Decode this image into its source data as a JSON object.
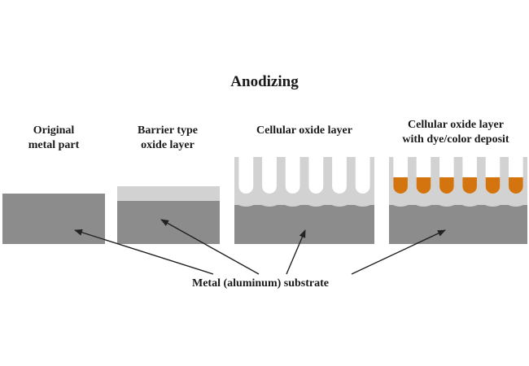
{
  "title": "Anodizing",
  "stages": [
    {
      "lines": [
        "Original",
        "metal part"
      ]
    },
    {
      "lines": [
        "Barrier type",
        "oxide layer"
      ]
    },
    {
      "lines": [
        "Cellular oxide layer"
      ]
    },
    {
      "lines": [
        "Cellular oxide layer",
        "with dye/color deposit"
      ]
    }
  ],
  "substrate_label": "Metal (aluminum) substrate",
  "colors": {
    "metal": "#8c8c8c",
    "oxide": "#d2d2d2",
    "dye": "#d4740f",
    "arrow": "#222222"
  }
}
